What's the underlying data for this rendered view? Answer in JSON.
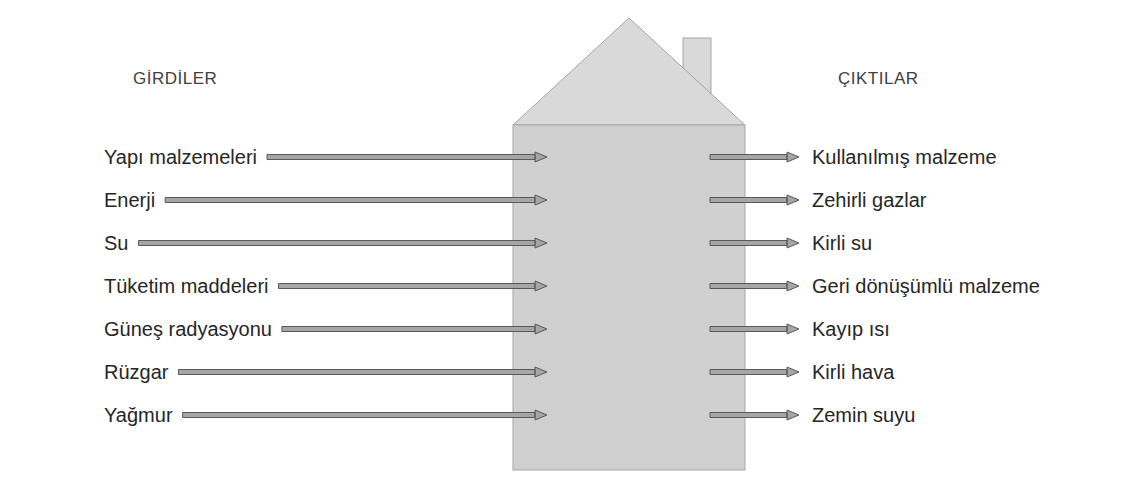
{
  "diagram": {
    "labels": [
      "GİRDİLER",
      "ÇIKTILAR",
      "Yapı malzemeleri",
      "Enerji",
      "Su",
      "Tüketim maddeleri",
      "Güneş radyasyonu",
      "Rüzgar",
      "Yağmur",
      "Kullanılmış malzeme",
      "Zehirli gazlar",
      "Kirli su",
      "Geri dönüşümlü malzeme",
      "Kayıp ısı",
      "Kirli hava",
      "Zemin suyu"
    ]
  }
}
